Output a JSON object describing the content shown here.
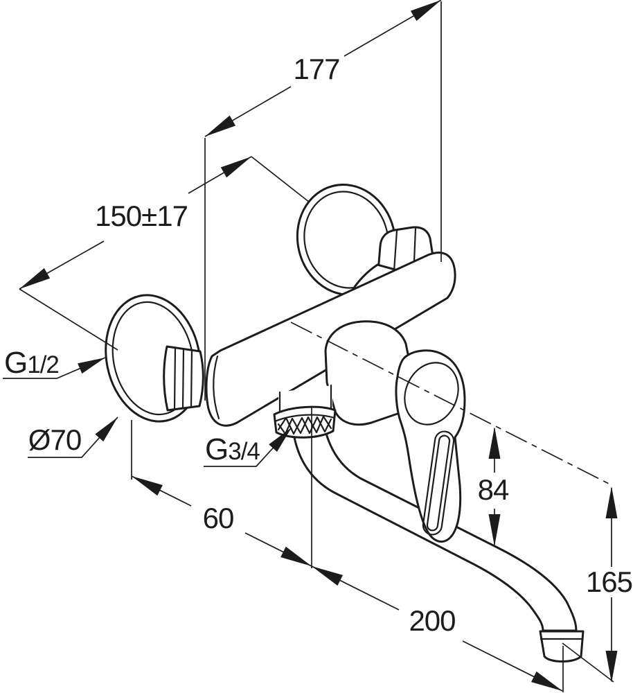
{
  "dimensions": {
    "d177": "177",
    "d150": "150±17",
    "d70": "Ø70",
    "d60": "60",
    "d84": "84",
    "d165": "165",
    "d200": "200"
  },
  "threads": {
    "inlet_prefix": "G",
    "inlet_fraction": "1/2",
    "spout_prefix": "G",
    "spout_fraction": "3/4"
  },
  "colors": {
    "line": "#1c1c1c",
    "background": "#ffffff"
  }
}
